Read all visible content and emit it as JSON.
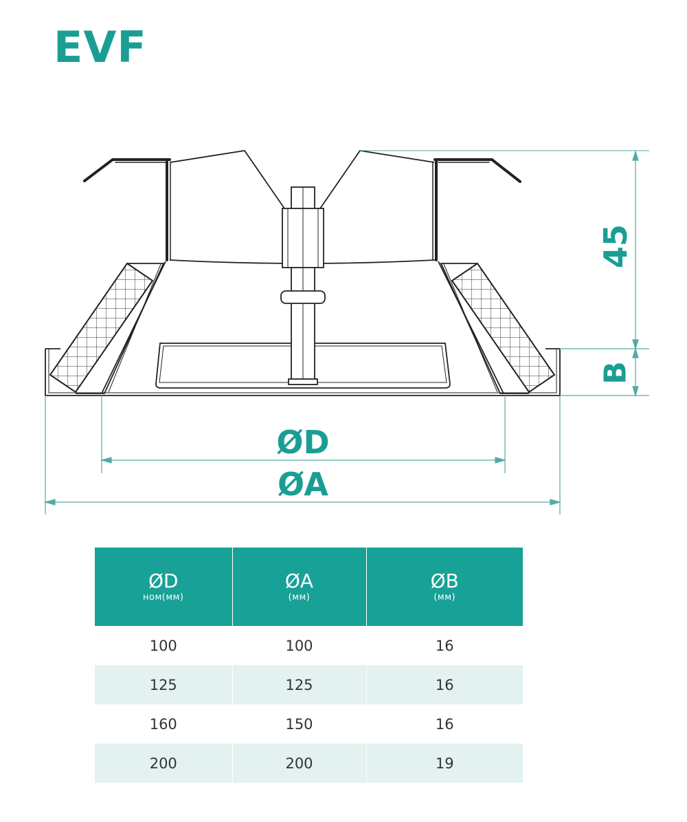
{
  "title": "EVF",
  "colors": {
    "accent": "#1a9e94",
    "header_fill": "#18a197",
    "row_alt": "#e3f2f0",
    "dimension_line": "#55aaa3",
    "outline": "#222222"
  },
  "drawing": {
    "height_label": "45",
    "b_label": "B",
    "d_label": "ØD",
    "a_label": "ØA"
  },
  "table": {
    "headers": [
      {
        "symbol": "ØD",
        "unit": "ном(мм)"
      },
      {
        "symbol": "ØA",
        "unit": "(мм)"
      },
      {
        "symbol": "ØB",
        "unit": "(мм)"
      }
    ],
    "rows": [
      [
        "100",
        "100",
        "16"
      ],
      [
        "125",
        "125",
        "16"
      ],
      [
        "160",
        "150",
        "16"
      ],
      [
        "200",
        "200",
        "19"
      ]
    ]
  }
}
